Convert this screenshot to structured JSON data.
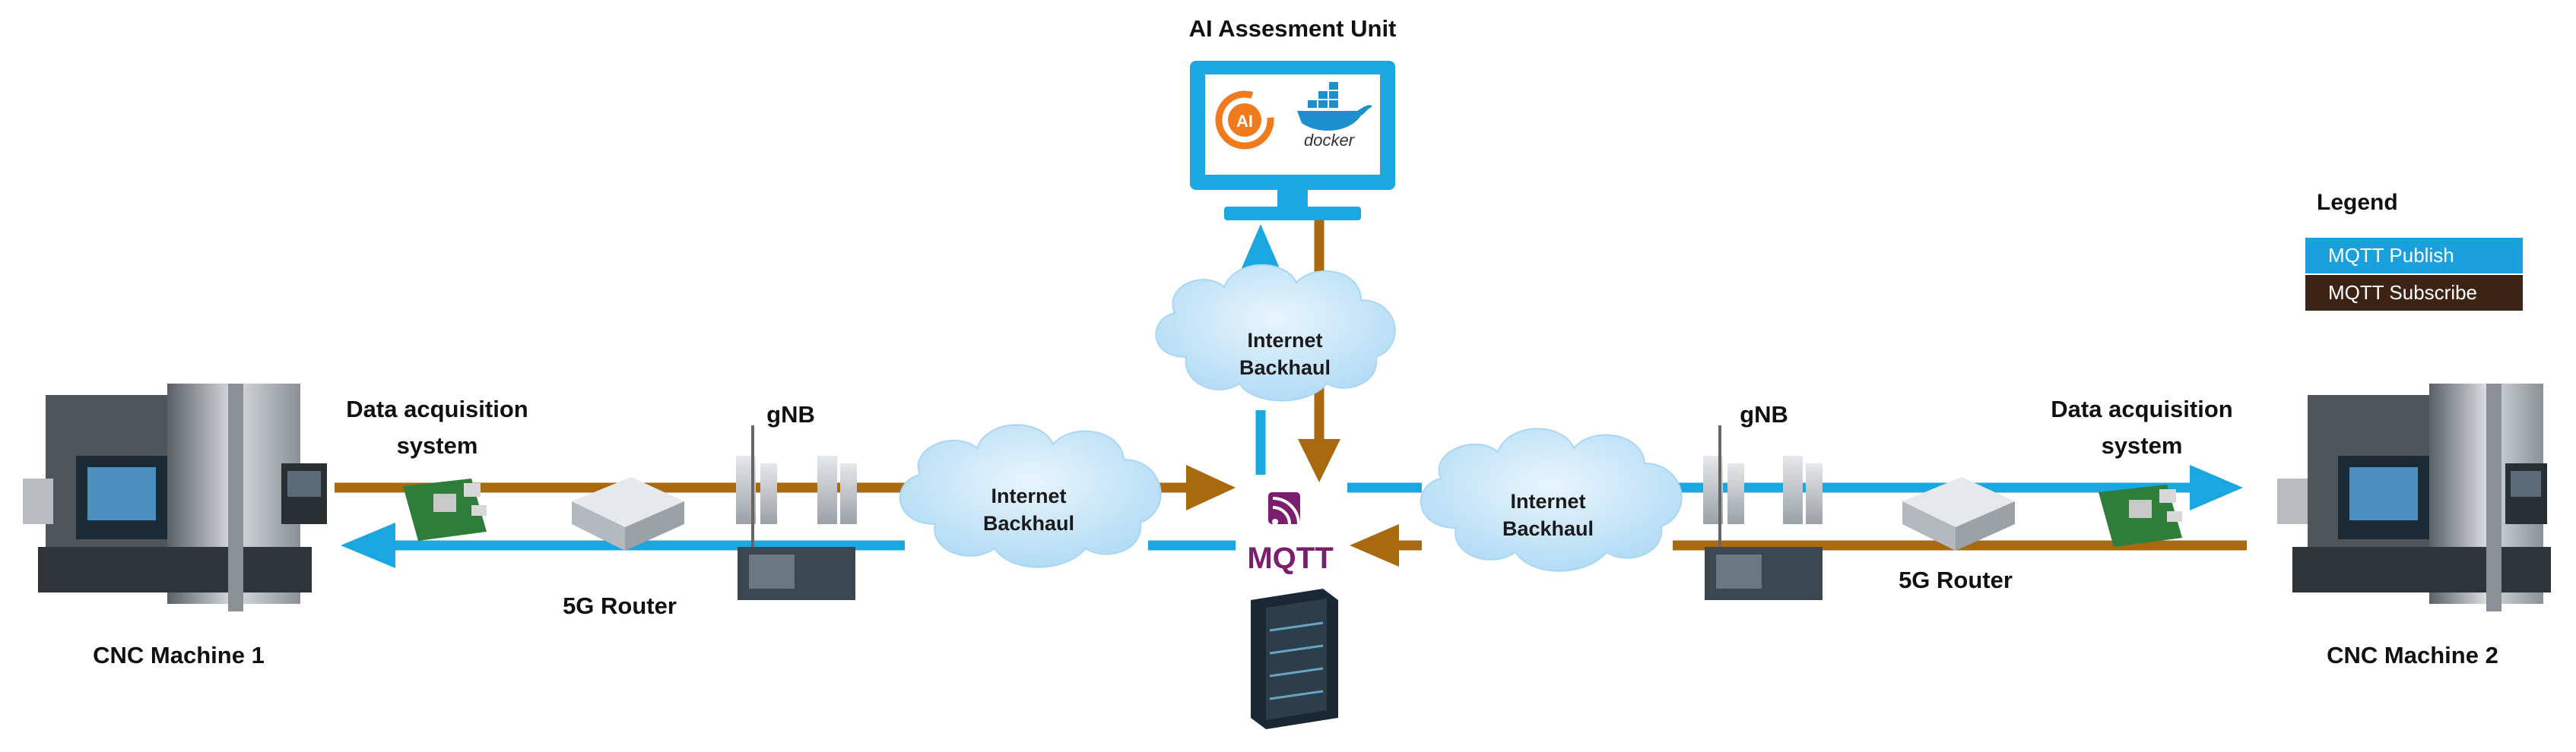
{
  "colors": {
    "publish": "#1aa7e0",
    "subscribe": "#a8690f",
    "legend_publish": "#1aa0dc",
    "legend_subscribe": "#3d2313",
    "mqtt": "#7b1e6e",
    "cloud": "#bfe2f7"
  },
  "labels": {
    "ai_unit": "AI Assesment Unit",
    "daq_left": [
      "Data acquisition",
      "system"
    ],
    "daq_right": [
      "Data acquisition",
      "system"
    ],
    "gnb_left": "gNB",
    "gnb_right": "gNB",
    "router_left": "5G Router",
    "router_right": "5G Router",
    "cnc_left": "CNC Machine 1",
    "cnc_right": "CNC Machine 2",
    "mqtt": "MQTT",
    "ai_logo": "AI",
    "docker_logo": "docker"
  },
  "clouds": {
    "top": [
      "Internet",
      "Backhaul"
    ],
    "left": [
      "Internet",
      "Backhaul"
    ],
    "right": [
      "Internet",
      "Backhaul"
    ]
  },
  "legend": {
    "title": "Legend",
    "publish": "MQTT Publish",
    "subscribe": "MQTT Subscribe"
  }
}
